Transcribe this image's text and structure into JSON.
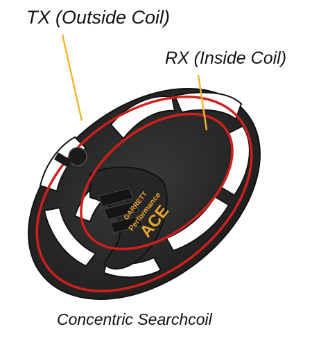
{
  "labels": {
    "tx": "TX (Outside Coil)",
    "rx": "RX (Inside Coil)",
    "caption": "Concentric Searchcoil"
  },
  "brand": {
    "name": "GARRETT",
    "line": "Performance",
    "model": "ACE"
  },
  "colors": {
    "coil_body": "#2b2b2b",
    "coil_ring": "#d0201e",
    "leader_line": "#f2b52b",
    "brand_gold": "#e9a533"
  }
}
